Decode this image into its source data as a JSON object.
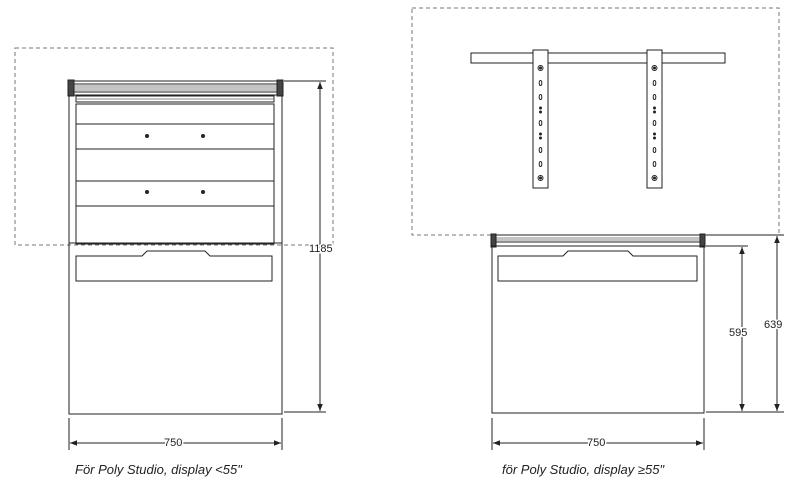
{
  "left_view": {
    "caption": "För Poly Studio, display <55\"",
    "width_dim": "750",
    "height_dim": "1185"
  },
  "right_view": {
    "caption": "för Poly Studio, display ≥55\"",
    "width_dim": "750",
    "height_dim_inner": "595",
    "height_dim_outer": "639"
  }
}
